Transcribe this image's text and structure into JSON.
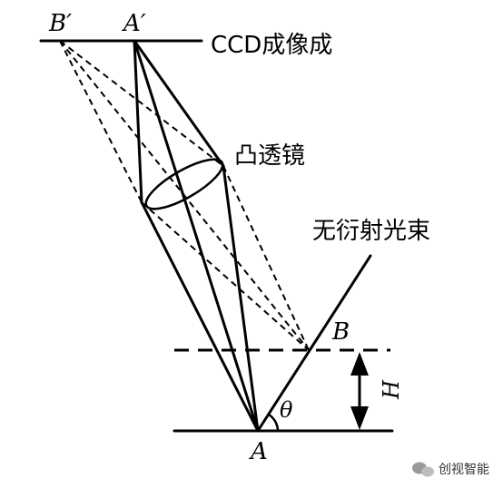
{
  "labels": {
    "ccd": "CCD成像成",
    "lens": "凸透镜",
    "beam": "无衍射光束",
    "point_b_prime": "B′",
    "point_a_prime": "A′",
    "point_b": "B",
    "point_a": "A",
    "angle": "θ",
    "height": "H"
  },
  "watermark": {
    "text": "创视智能"
  }
}
